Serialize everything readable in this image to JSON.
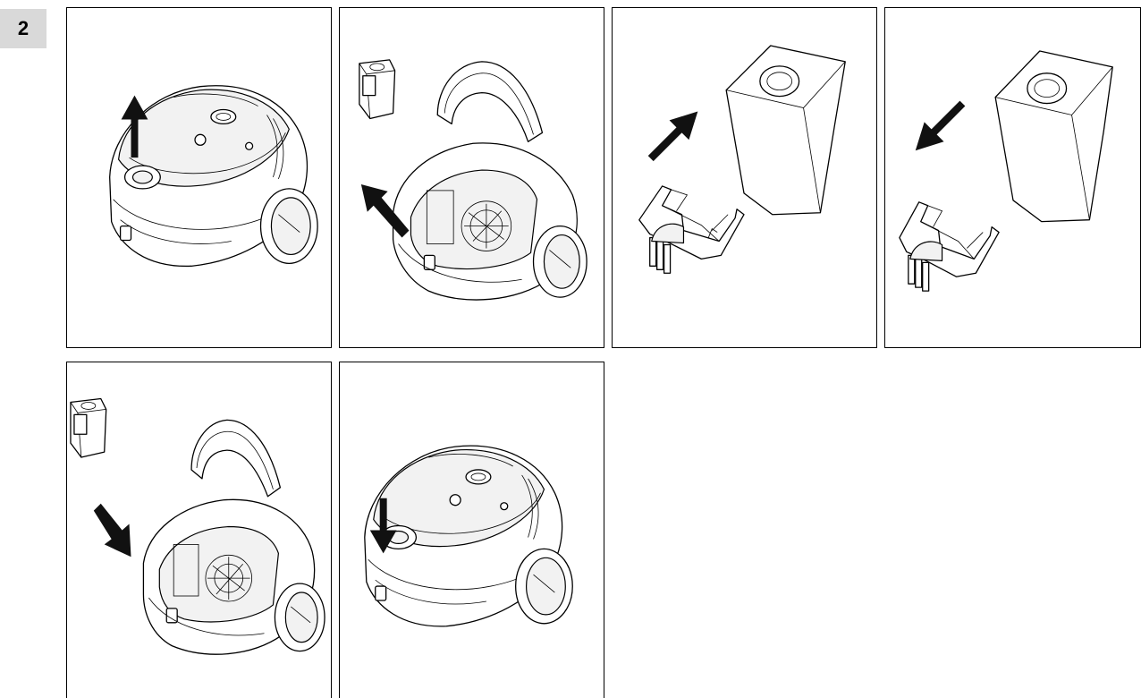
{
  "step": {
    "number": "2"
  },
  "panels": [
    {
      "id": "p1",
      "icon": "vacuum-cleaner-closed-icon",
      "arrow": "up"
    },
    {
      "id": "p2",
      "icon": "vacuum-cleaner-open-icon",
      "arrow": "up-left"
    },
    {
      "id": "p3",
      "icon": "dust-bag-and-holder-icon",
      "arrow": "up-right"
    },
    {
      "id": "p4",
      "icon": "dust-bag-and-holder-icon",
      "arrow": "down-left"
    },
    {
      "id": "p5",
      "icon": "vacuum-cleaner-open-icon",
      "arrow": "down-right"
    },
    {
      "id": "p6",
      "icon": "vacuum-cleaner-closed-icon",
      "arrow": "down"
    }
  ]
}
